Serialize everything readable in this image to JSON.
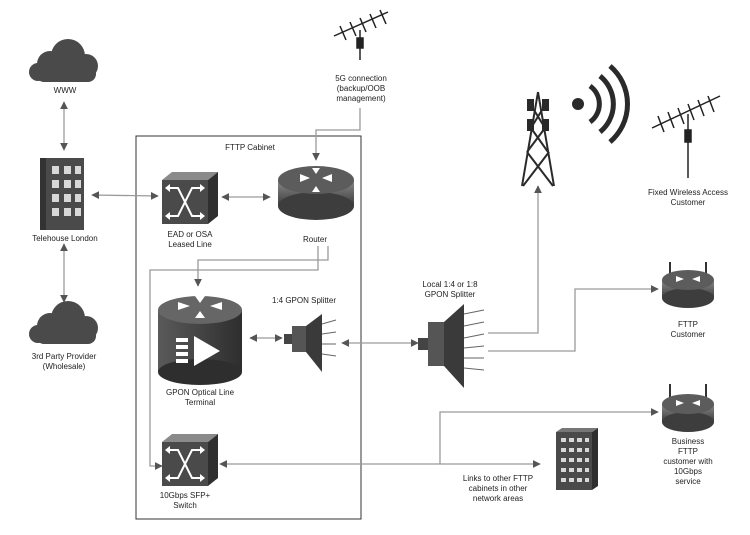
{
  "colors": {
    "line": "#9a9a9a",
    "arrow": "#555555",
    "device_dark": "#3a3a3a",
    "device_mid": "#6f6f6f",
    "cloud": "#4a4a4a",
    "cabinet_border": "#333333",
    "text": "#222222"
  },
  "labels": {
    "www": "WWW",
    "telehouse": "Telehouse London",
    "third_party": "3rd Party Provider\n(Wholesale)",
    "cabinet": "FTTP Cabinet",
    "ead": "EAD or OSA\nLeased Line",
    "router": "Router",
    "fiveg": "5G connection\n(backup/OOB\nmanagement)",
    "splitter14": "1:4 GPON Splitter",
    "olt": "GPON Optical Line\nTerminal",
    "local_splitter": "Local 1:4 or 1:8\nGPON Splitter",
    "switch": "10Gbps SFP+\nSwitch",
    "fixed_wireless": "Fixed Wireless Access\nCustomer",
    "fttp_customer": "FTTP\nCustomer",
    "business": "Business\nFTTP\ncustomer with\n10Gbps\nservice",
    "links_other": "Links to other FTTP\ncabinets in other\nnetwork areas"
  },
  "icons": [
    "cloud-icon",
    "office-building-icon",
    "antenna-icon",
    "cell-tower-icon",
    "wireless-signal-icon",
    "router-icon",
    "switch-icon",
    "olt-icon",
    "splitter-icon",
    "datacenter-building-icon"
  ]
}
